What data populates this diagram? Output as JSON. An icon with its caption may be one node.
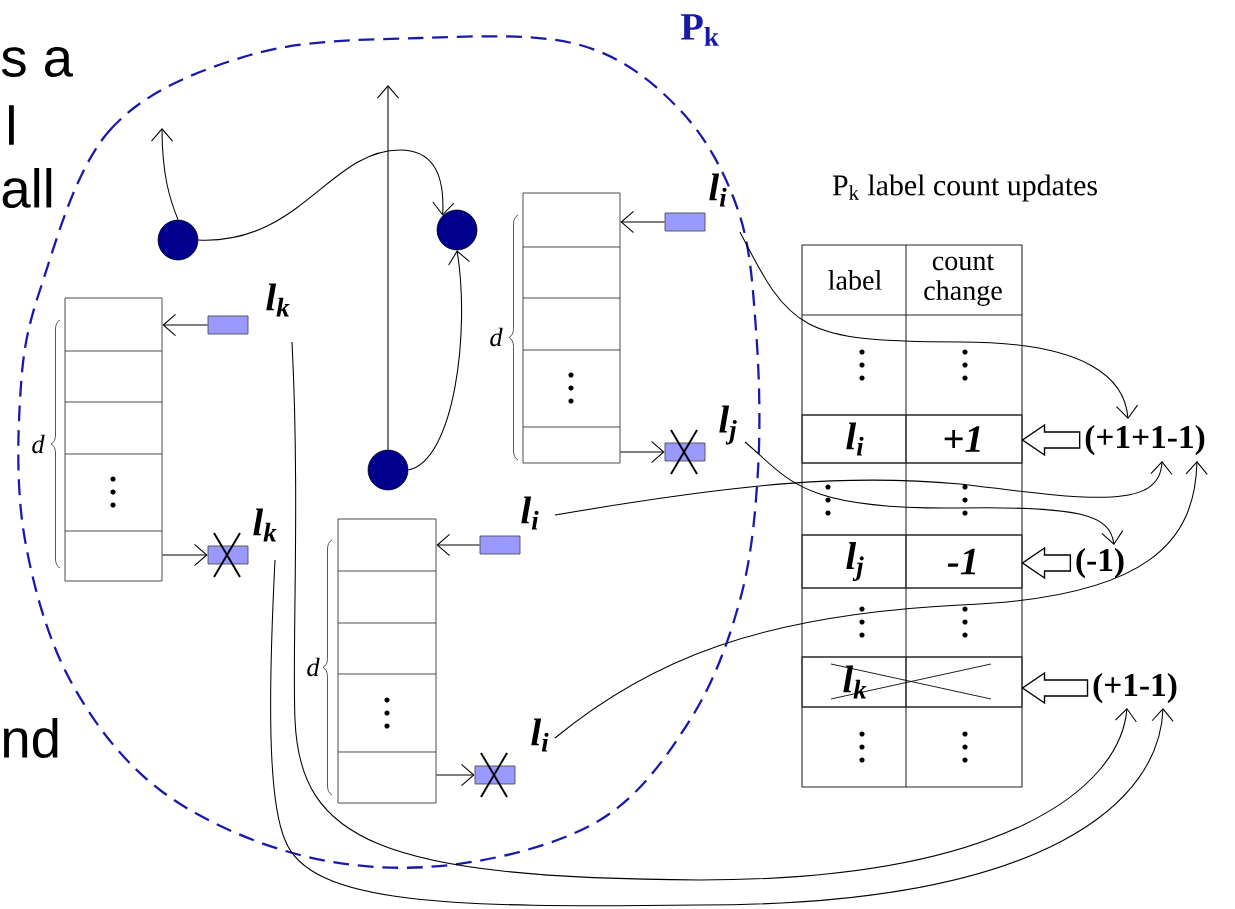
{
  "diagram": {
    "nodes": [
      {
        "text": [
          "P$_{k}$"
        ]
      },
      {
        "text": [],
        "shape": "circle",
        "in": 0
      },
      {
        "text": [],
        "shape": "circle",
        "in": 0
      },
      {
        "text": [],
        "shape": "circle",
        "in": 0
      },
      {
        "text": [],
        "shape": "box",
        "beside": [
          "d"
        ],
        "in": 0
      },
      {
        "text": [],
        "shape": "box",
        "beside": [
          "d"
        ],
        "in": 0
      },
      {
        "text": [],
        "shape": "box",
        "beside": [
          "d"
        ],
        "in": 0
      },
      {
        "text": [],
        "shape": "box",
        "beside": [
          "l$_{k}$"
        ],
        "in": 0
      },
      {
        "text": [],
        "shape": "box",
        "beside": [
          "l$_{k}$"
        ],
        "in": 0
      },
      {
        "text": [],
        "shape": "box",
        "beside": [
          "l$_{i}$"
        ],
        "in": 0
      },
      {
        "text": [],
        "shape": "box",
        "beside": [
          "l$_{j}$"
        ],
        "in": 0
      },
      {
        "text": [],
        "shape": "box",
        "beside": [
          "l$_{i}$"
        ],
        "in": 0
      },
      {
        "text": [],
        "shape": "box",
        "beside": [
          "l$_{i}$"
        ],
        "in": 0
      },
      {
        "text": [
          "l$_{i}$",
          "+1"
        ]
      },
      {
        "text": [
          "l$_{j}$",
          "-1"
        ]
      },
      {
        "text": [
          "l$_{k}$"
        ]
      },
      {
        "text": [
          "(+1+1-1)"
        ]
      },
      {
        "text": [
          "(-1)"
        ]
      },
      {
        "text": [
          "(+1-1)"
        ]
      }
    ],
    "edges": [
      {
        "from": 1,
        "to": null,
        "arrow": "to"
      },
      {
        "from": 1,
        "to": 2,
        "arrow": "to"
      },
      {
        "from": 3,
        "to": null,
        "arrow": "to"
      },
      {
        "from": 3,
        "to": 2,
        "arrow": "to"
      },
      {
        "from": 7,
        "to": 4,
        "arrow": "to"
      },
      {
        "from": 4,
        "to": 8,
        "arrow": "to"
      },
      {
        "from": 9,
        "to": 5,
        "arrow": "to"
      },
      {
        "from": 5,
        "to": 10,
        "arrow": "to"
      },
      {
        "from": 11,
        "to": 6,
        "arrow": "to"
      },
      {
        "from": 6,
        "to": 12,
        "arrow": "to"
      },
      {
        "from": 9,
        "to": 16,
        "arrow": "to"
      },
      {
        "from": 11,
        "to": 16,
        "arrow": "to"
      },
      {
        "from": 12,
        "to": 16,
        "arrow": "to"
      },
      {
        "from": 10,
        "to": 17,
        "arrow": "to"
      },
      {
        "from": 7,
        "to": 18,
        "arrow": "to"
      },
      {
        "from": 8,
        "to": 18,
        "arrow": "to"
      },
      {
        "from": 16,
        "to": 13,
        "arrow": "to",
        "style": "thick"
      },
      {
        "from": 17,
        "to": 14,
        "arrow": "to",
        "style": "thick"
      },
      {
        "from": 18,
        "to": 15,
        "arrow": "to",
        "style": "thick"
      }
    ],
    "labels": [
      "s a",
      "l",
      "all",
      "nd",
      "P$_{k}$ label count updates",
      "label",
      "count change"
    ]
  }
}
